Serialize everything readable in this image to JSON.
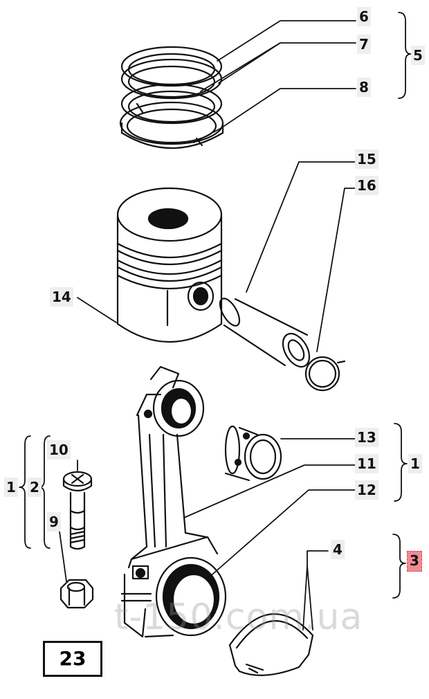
{
  "callouts": {
    "c6": "6",
    "c7": "7",
    "c8": "8",
    "c5": "5",
    "c15": "15",
    "c16": "16",
    "c14": "14",
    "c13": "13",
    "c11": "11",
    "c12": "12",
    "c1r": "1",
    "c10": "10",
    "c1l": "1",
    "c2": "2",
    "c9": "9",
    "c4": "4",
    "c3": "3"
  },
  "figure_number": "23",
  "watermark": "t-150.com.ua",
  "colors": {
    "line": "#111111",
    "label_bg": "#eeeeee",
    "highlight": "#f08a93"
  }
}
